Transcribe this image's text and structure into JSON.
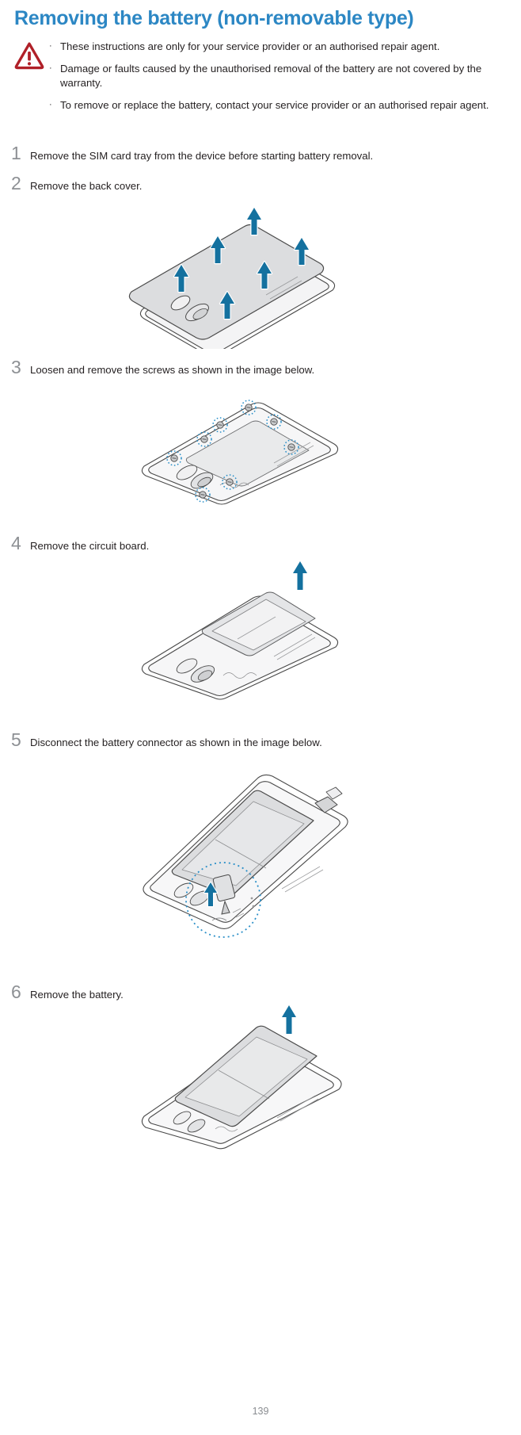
{
  "document": {
    "title": "Removing the battery (non-removable type)",
    "page_number": "139"
  },
  "warning": {
    "icon": "warning-triangle-icon",
    "icon_color": "#b02028",
    "bullet_glyph": "·",
    "items": [
      "These instructions are only for your service provider or an authorised repair agent.",
      "Damage or faults caused by the unauthorised removal of the battery are not covered by the warranty.",
      "To remove or replace the battery, contact your service provider or an authorised repair agent."
    ]
  },
  "steps": [
    {
      "number": "1",
      "text": "Remove the SIM card tray from the device before starting battery removal."
    },
    {
      "number": "2",
      "text": "Remove the back cover.",
      "illustration": "back-cover-removal-diagram"
    },
    {
      "number": "3",
      "text": "Loosen and remove the screws as shown in the image below.",
      "illustration": "screw-removal-diagram"
    },
    {
      "number": "4",
      "text": "Remove the circuit board.",
      "illustration": "circuit-board-removal-diagram"
    },
    {
      "number": "5",
      "text": "Disconnect the battery connector as shown in the image below.",
      "illustration": "battery-connector-diagram"
    },
    {
      "number": "6",
      "text": "Remove the battery.",
      "illustration": "battery-removal-diagram"
    }
  ],
  "colors": {
    "heading_blue": "#2c87c4",
    "arrow_blue": "#14719f",
    "warning_red": "#b02028",
    "body_text": "#231f20",
    "step_number_gray": "#8d9094",
    "illustration_line": "#4a4a4a",
    "illustration_fill": "#dcdddf",
    "callout_dotted_blue": "#2a8fc8"
  }
}
